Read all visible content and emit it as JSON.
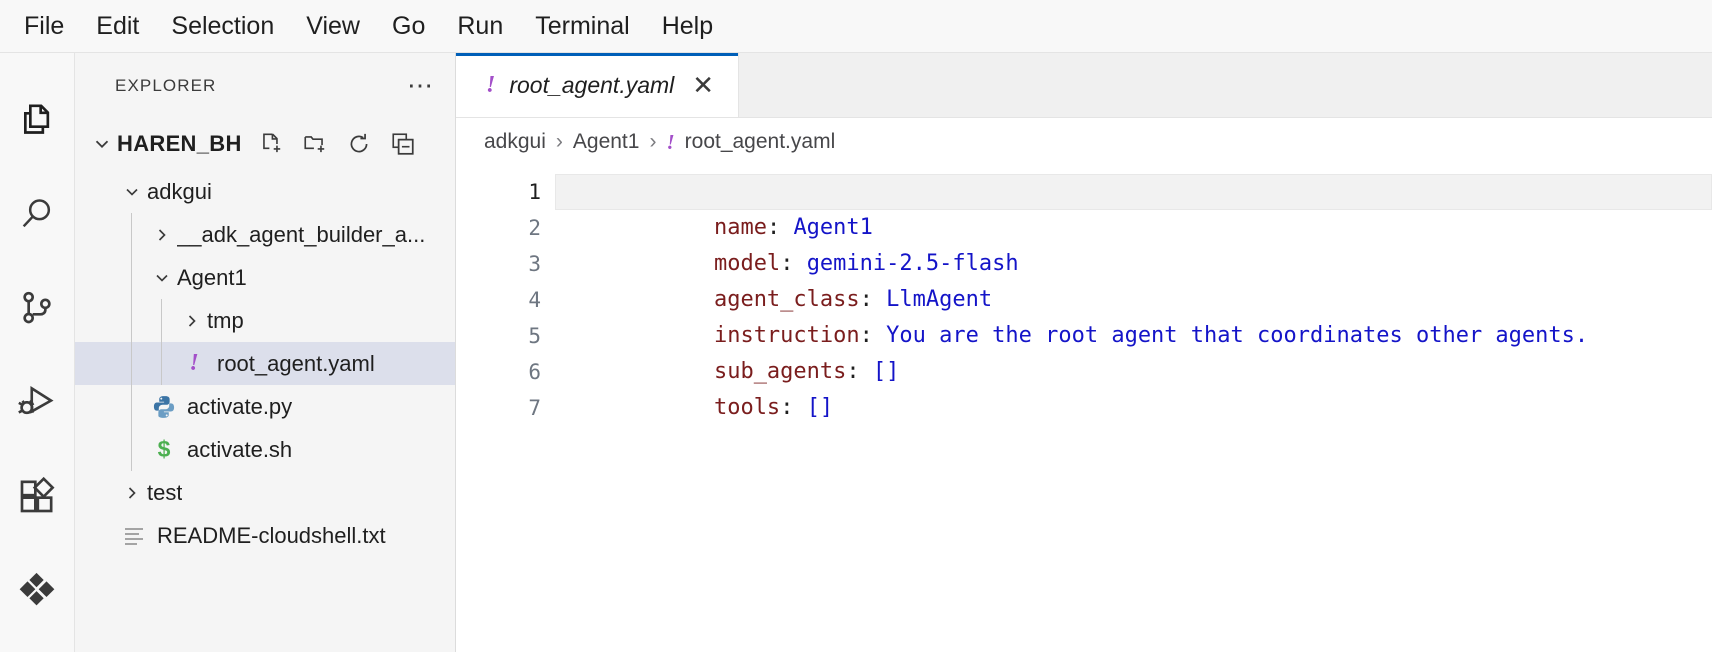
{
  "menubar": {
    "items": [
      {
        "label": "File"
      },
      {
        "label": "Edit"
      },
      {
        "label": "Selection"
      },
      {
        "label": "View"
      },
      {
        "label": "Go"
      },
      {
        "label": "Run"
      },
      {
        "label": "Terminal"
      },
      {
        "label": "Help"
      }
    ]
  },
  "activitybar": {
    "items": [
      {
        "icon": "explorer-files-icon",
        "active": true
      },
      {
        "icon": "search-icon",
        "active": false
      },
      {
        "icon": "source-control-branch-icon",
        "active": false
      },
      {
        "icon": "run-and-debug-icon",
        "active": false
      },
      {
        "icon": "extensions-blocks-icon",
        "active": false
      },
      {
        "icon": "diamonds-cluster-icon",
        "active": false
      }
    ]
  },
  "sidebar": {
    "title": "EXPLORER",
    "more_actions_icon": "ellipsis-icon",
    "root": {
      "label": "HAREN_BH",
      "expanded": true,
      "actions": [
        {
          "icon": "new-file-icon"
        },
        {
          "icon": "new-folder-icon"
        },
        {
          "icon": "refresh-icon"
        },
        {
          "icon": "collapse-all-icon"
        }
      ]
    },
    "tree": [
      {
        "label": "adkgui",
        "type": "folder",
        "expanded": true,
        "depth": 1,
        "icon": "chevron-down-icon"
      },
      {
        "label": "__adk_agent_builder_a...",
        "type": "folder",
        "expanded": false,
        "depth": 2,
        "icon": "chevron-right-icon"
      },
      {
        "label": "Agent1",
        "type": "folder",
        "expanded": true,
        "depth": 2,
        "icon": "chevron-down-icon"
      },
      {
        "label": "tmp",
        "type": "folder",
        "expanded": false,
        "depth": 3,
        "icon": "chevron-right-icon"
      },
      {
        "label": "root_agent.yaml",
        "type": "file",
        "depth": 3,
        "icon": "yaml-file-icon",
        "selected": true
      },
      {
        "label": "activate.py",
        "type": "file",
        "depth": 2,
        "icon": "python-file-icon"
      },
      {
        "label": "activate.sh",
        "type": "file",
        "depth": 2,
        "icon": "shell-file-icon"
      },
      {
        "label": "test",
        "type": "folder",
        "expanded": false,
        "depth": 1,
        "icon": "chevron-right-icon"
      },
      {
        "label": "README-cloudshell.txt",
        "type": "file",
        "depth": 1,
        "icon": "text-file-icon"
      }
    ]
  },
  "editor": {
    "tabs": [
      {
        "label": "root_agent.yaml",
        "icon": "yaml-file-icon",
        "active": true,
        "preview": true,
        "close_icon": "close-icon"
      }
    ],
    "breadcrumb": [
      {
        "label": "adkgui"
      },
      {
        "label": "Agent1"
      },
      {
        "label": "root_agent.yaml",
        "icon": "yaml-file-icon"
      }
    ],
    "breadcrumb_separator": "›",
    "lines": [
      {
        "n": "1",
        "current": true,
        "key": "name",
        "colon": ": ",
        "value": "Agent1"
      },
      {
        "n": "2",
        "current": false,
        "key": "model",
        "colon": ": ",
        "value": "gemini-2.5-flash"
      },
      {
        "n": "3",
        "current": false,
        "key": "agent_class",
        "colon": ": ",
        "value": "LlmAgent"
      },
      {
        "n": "4",
        "current": false,
        "key": "instruction",
        "colon": ": ",
        "value": "You are the root agent that coordinates other agents."
      },
      {
        "n": "5",
        "current": false,
        "key": "sub_agents",
        "colon": ": ",
        "value": "[]"
      },
      {
        "n": "6",
        "current": false,
        "key": "tools",
        "colon": ": ",
        "value": "[]"
      },
      {
        "n": "7",
        "current": false,
        "key": "",
        "colon": "",
        "value": ""
      }
    ]
  },
  "colors": {
    "accent": "#005fb8",
    "selection": "#dcdfeb",
    "yaml_icon": "#a34fc9",
    "shell_icon": "#4caf50",
    "key": "#7a1d1d",
    "value": "#1414c8"
  }
}
